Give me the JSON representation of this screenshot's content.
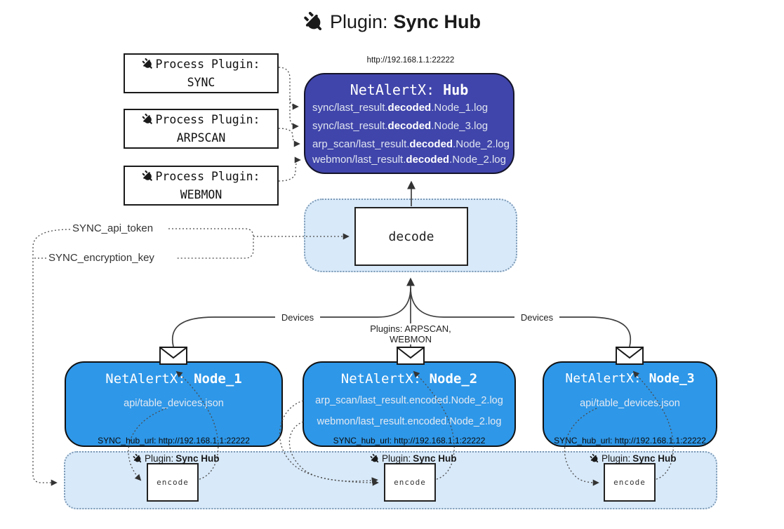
{
  "title": {
    "prefix": "Plugin:",
    "name": "Sync Hub"
  },
  "hub": {
    "url": "http://192.168.1.1:22222",
    "title_prefix": "NetAlertX:",
    "title_name": "Hub",
    "logs": [
      {
        "pre": "sync/last_result.",
        "bold": "decoded",
        "post": ".Node_1.log"
      },
      {
        "pre": "sync/last_result.",
        "bold": "decoded",
        "post": ".Node_3.log"
      },
      {
        "pre": "arp_scan/last_result.",
        "bold": "decoded",
        "post": ".Node_2.log"
      },
      {
        "pre": "webmon/last_result.",
        "bold": "decoded",
        "post": ".Node_2.log"
      }
    ]
  },
  "process_plugins": [
    {
      "label": "Process Plugin:",
      "name": "SYNC"
    },
    {
      "label": "Process Plugin:",
      "name": "ARPSCAN"
    },
    {
      "label": "Process Plugin:",
      "name": "WEBMON"
    }
  ],
  "decode_label": "decode",
  "settings": {
    "api_token": "SYNC_api_token",
    "encryption_key": "SYNC_encryption_key"
  },
  "edge_labels": {
    "devices_left": "Devices",
    "devices_right": "Devices",
    "plugins": "Plugins: ARPSCAN, WEBMON"
  },
  "nodes": [
    {
      "title_prefix": "NetAlertX:",
      "title_name": "Node_1",
      "files": [
        "api/table_devices.json"
      ],
      "hub_url": "SYNC_hub_url: http://192.168.1.1:22222"
    },
    {
      "title_prefix": "NetAlertX:",
      "title_name": "Node_2",
      "files": [
        "arp_scan/last_result.encoded.Node_2.log",
        "webmon/last_result.encoded.Node_2.log"
      ],
      "hub_url": "SYNC_hub_url: http://192.168.1.1:22222"
    },
    {
      "title_prefix": "NetAlertX:",
      "title_name": "Node_3",
      "files": [
        "api/table_devices.json"
      ],
      "hub_url": "SYNC_hub_url: http://192.168.1.1:22222"
    }
  ],
  "encoders": [
    {
      "plugin_prefix": "Plugin:",
      "plugin_name": "Sync Hub",
      "action": "encode"
    },
    {
      "plugin_prefix": "Plugin:",
      "plugin_name": "Sync Hub",
      "action": "encode"
    },
    {
      "plugin_prefix": "Plugin:",
      "plugin_name": "Sync Hub",
      "action": "encode"
    }
  ],
  "colors": {
    "hub_fill": "#4045ab",
    "node_fill": "#2e97e8",
    "panel_fill": "#d8e9f9",
    "panel_border": "#7d9ab5",
    "wire": "#3f3f3f",
    "text_light": "#e3e9f2"
  }
}
